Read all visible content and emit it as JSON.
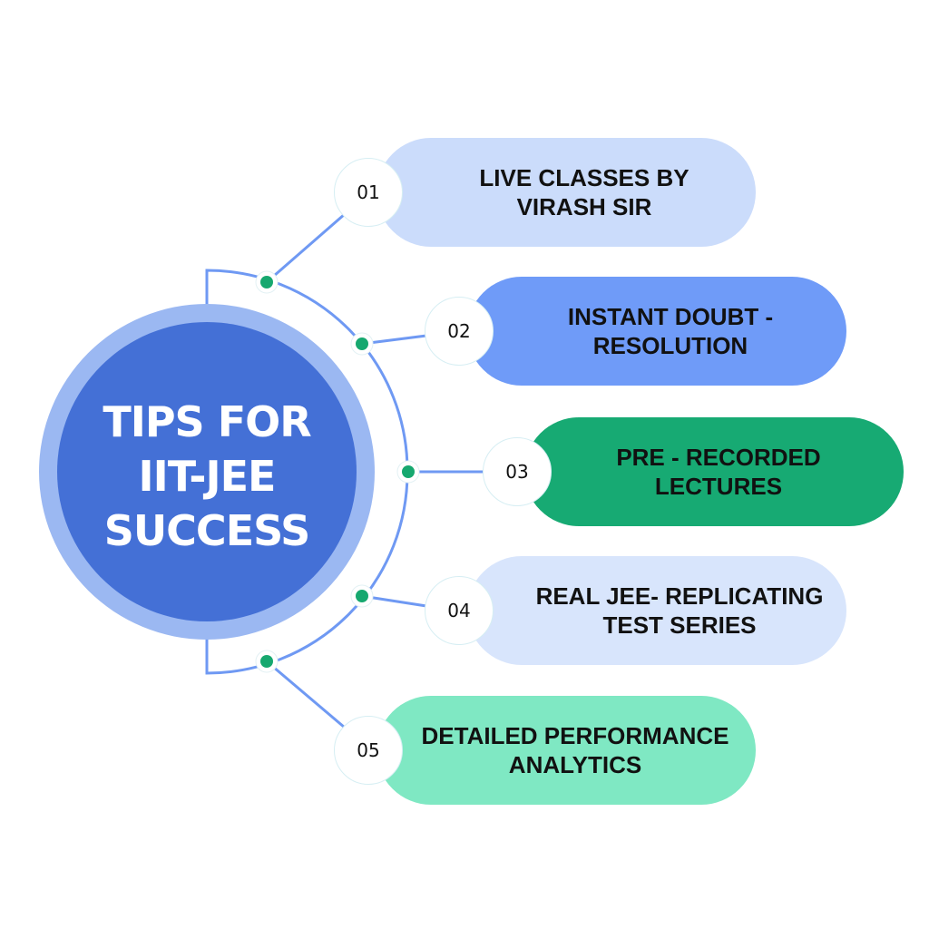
{
  "title": "TIPS FOR\nIIT-JEE\nSUCCESS",
  "colors": {
    "hub_ring": "#9bb8f2",
    "hub_core": "#4470d6",
    "connector": "#6f99f3",
    "dot": "#16a86f"
  },
  "items": [
    {
      "number": "01",
      "label": "LIVE CLASSES BY\nVIRASH SIR",
      "color": "#cbdcfb"
    },
    {
      "number": "02",
      "label": "INSTANT DOUBT -\nRESOLUTION",
      "color": "#6f9bf8"
    },
    {
      "number": "03",
      "label": "PRE - RECORDED\nLECTURES",
      "color": "#17aa73"
    },
    {
      "number": "04",
      "label": "REAL JEE- REPLICATING\nTEST SERIES",
      "color": "#d8e5fc"
    },
    {
      "number": "05",
      "label": "DETAILED PERFORMANCE\nANALYTICS",
      "color": "#7fe8c3"
    }
  ]
}
